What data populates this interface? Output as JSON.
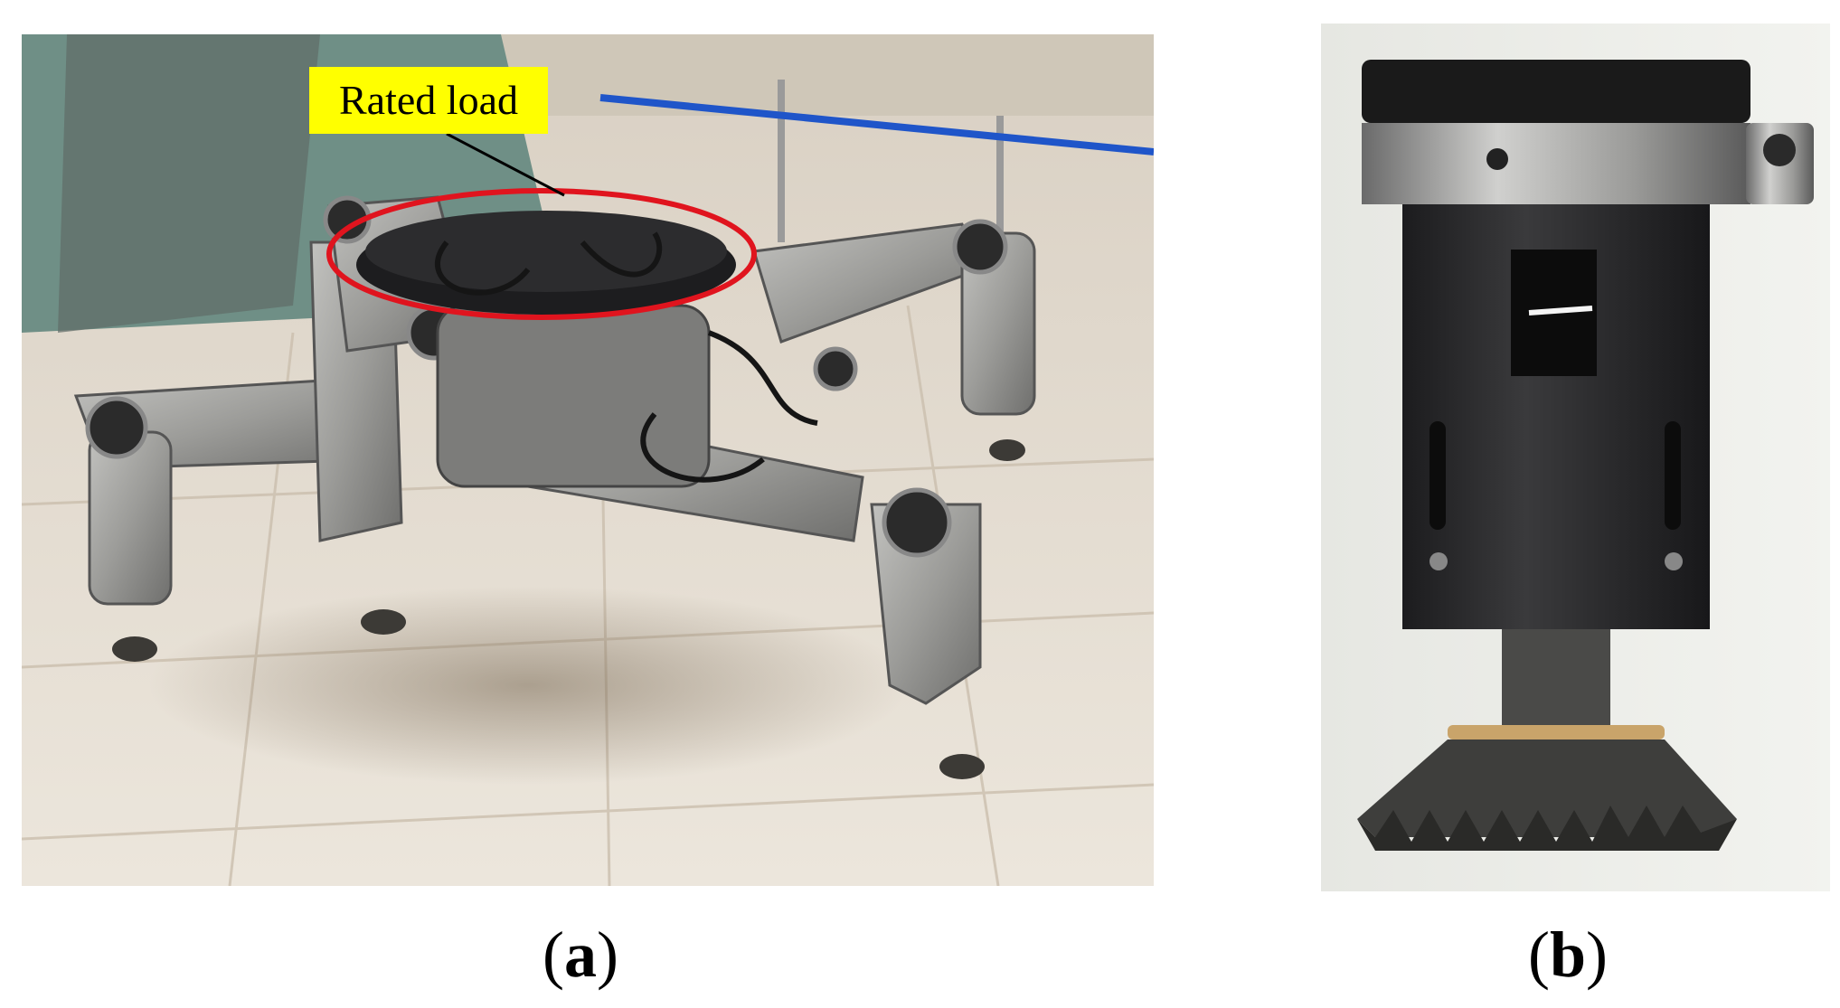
{
  "figure": {
    "panel_a": {
      "annotation_label": "Rated load",
      "caption_open": "(",
      "caption_letter": "a",
      "caption_close": ")"
    },
    "panel_b": {
      "caption_open": "(",
      "caption_letter": "b",
      "caption_close": ")"
    }
  },
  "colors": {
    "annotation_fill": "#ffff00",
    "highlight_ellipse": "#e0141e",
    "robot_metal": "#9a9a98",
    "floor_tile": "#e6ded2"
  }
}
